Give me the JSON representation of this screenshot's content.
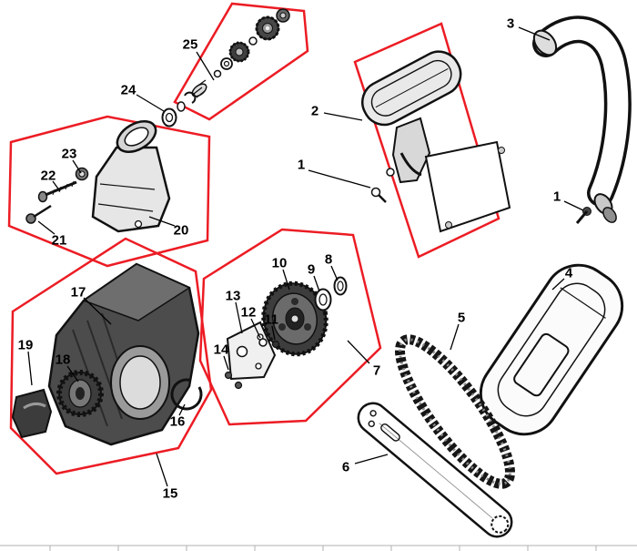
{
  "diagram": {
    "background_color": "#ffffff",
    "line_color": "#000000",
    "highlight_color": "#ec1c24",
    "labels": {
      "l1_left": {
        "text": "1"
      },
      "l1_right": {
        "text": "1"
      },
      "l2": {
        "text": "2"
      },
      "l3": {
        "text": "3"
      },
      "l4": {
        "text": "4"
      },
      "l5": {
        "text": "5"
      },
      "l6": {
        "text": "6"
      },
      "l7": {
        "text": "7"
      },
      "l8": {
        "text": "8"
      },
      "l9": {
        "text": "9"
      },
      "l10": {
        "text": "10"
      },
      "l11": {
        "text": "11"
      },
      "l12": {
        "text": "12"
      },
      "l13": {
        "text": "13"
      },
      "l14": {
        "text": "14"
      },
      "l15": {
        "text": "15"
      },
      "l16": {
        "text": "16"
      },
      "l17": {
        "text": "17"
      },
      "l18": {
        "text": "18"
      },
      "l19": {
        "text": "19"
      },
      "l20": {
        "text": "20"
      },
      "l21": {
        "text": "21"
      },
      "l22": {
        "text": "22"
      },
      "l23": {
        "text": "23"
      },
      "l24": {
        "text": "24"
      },
      "l25": {
        "text": "25"
      }
    }
  }
}
